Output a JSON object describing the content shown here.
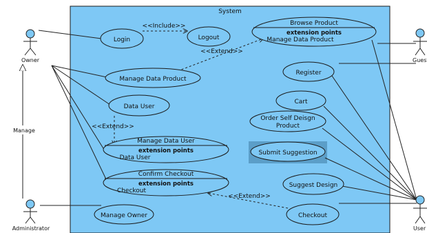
{
  "system": {
    "title": "System"
  },
  "actors": {
    "owner": "Owner",
    "administrator": "Administrator",
    "guest": "Guest",
    "user": "User"
  },
  "generalization": {
    "label": "Manage"
  },
  "use_cases": {
    "login": "Login",
    "logout": "Logout",
    "browse_product": "Browse Product",
    "browse_product_ext_heading": "extension points",
    "browse_product_ext_point": "Manage  Data Product",
    "manage_data_product": "Manage  Data Product",
    "register": "Register",
    "data_user": "Data User",
    "cart": "Cart",
    "order_self_design_line1": "Order Self Deisgn",
    "order_self_design_line2": "Product",
    "manage_data_user": "Manage Data User",
    "manage_data_user_ext_heading": "extension points",
    "manage_data_user_ext_point": "Data User",
    "submit_suggestion": "Submit Suggestion",
    "confirm_checkout": "Confirm Checkout",
    "confirm_checkout_ext_heading": "extension points",
    "confirm_checkout_ext_point": "Checkout",
    "suggest_design": "Suggest Design",
    "manage_owner": "Manage Owner",
    "checkout": "Checkout"
  },
  "stereotypes": {
    "include": "<<Include>>",
    "extend_product": "<<Extend>>",
    "extend_user": "<<Extend>>",
    "extend_checkout": "<<Extend>>"
  },
  "colors": {
    "system_fill": "#7ec8f5",
    "usecase_fill": "#7ec8f5",
    "highlight_fill": "#5b9ec8",
    "line": "#222222",
    "actor_fill": "#7ec8f5"
  }
}
